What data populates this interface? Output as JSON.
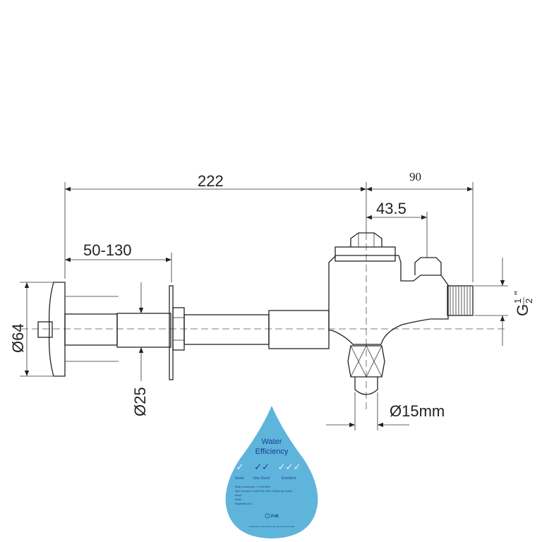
{
  "dimensions": {
    "overall_length": "222",
    "outlet_length": "90",
    "inlet_offset": "43.5",
    "wall_range": "50-130",
    "flange_diameter": "Ø64",
    "pipe_diameter": "Ø25",
    "outlet_diameter": "Ø15mm",
    "thread": "G",
    "thread_num": "1",
    "thread_den": "2",
    "thread_unit": "\""
  },
  "label": {
    "title_line1": "Water",
    "title_line2": "Efficiency",
    "ratings": [
      "Good",
      "Very Good",
      "Excellent"
    ],
    "info": [
      "Water consumption: 1 ½ litre/flush",
      "Type of product: Urinal Flush Valve & Water tap (Urinal)",
      "Brand: ...",
      "Model: ...",
      "Registration No.: ..."
    ],
    "logo": "PUB",
    "footer": "Actual water consumption may vary from test results",
    "colors": {
      "drop": "#5fb4dc",
      "text": "#1a3f8c",
      "check_light": "#e8f4fb"
    }
  }
}
